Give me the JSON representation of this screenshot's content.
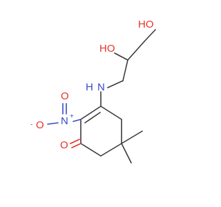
{
  "molecule": {
    "atoms": {
      "oh_top": "HO",
      "oh_mid": "HO",
      "nh": "N",
      "nh_h": "H",
      "nitro_n": "N",
      "nitro_n_charge": "+",
      "nitro_o_top": "O",
      "nitro_o_minus": "O",
      "nitro_o_charge": "-",
      "ketone_o": "O"
    },
    "colors": {
      "bond": "#3a3a3a",
      "oxygen": "#e8302a",
      "nitrogen": "#3548c8"
    }
  }
}
